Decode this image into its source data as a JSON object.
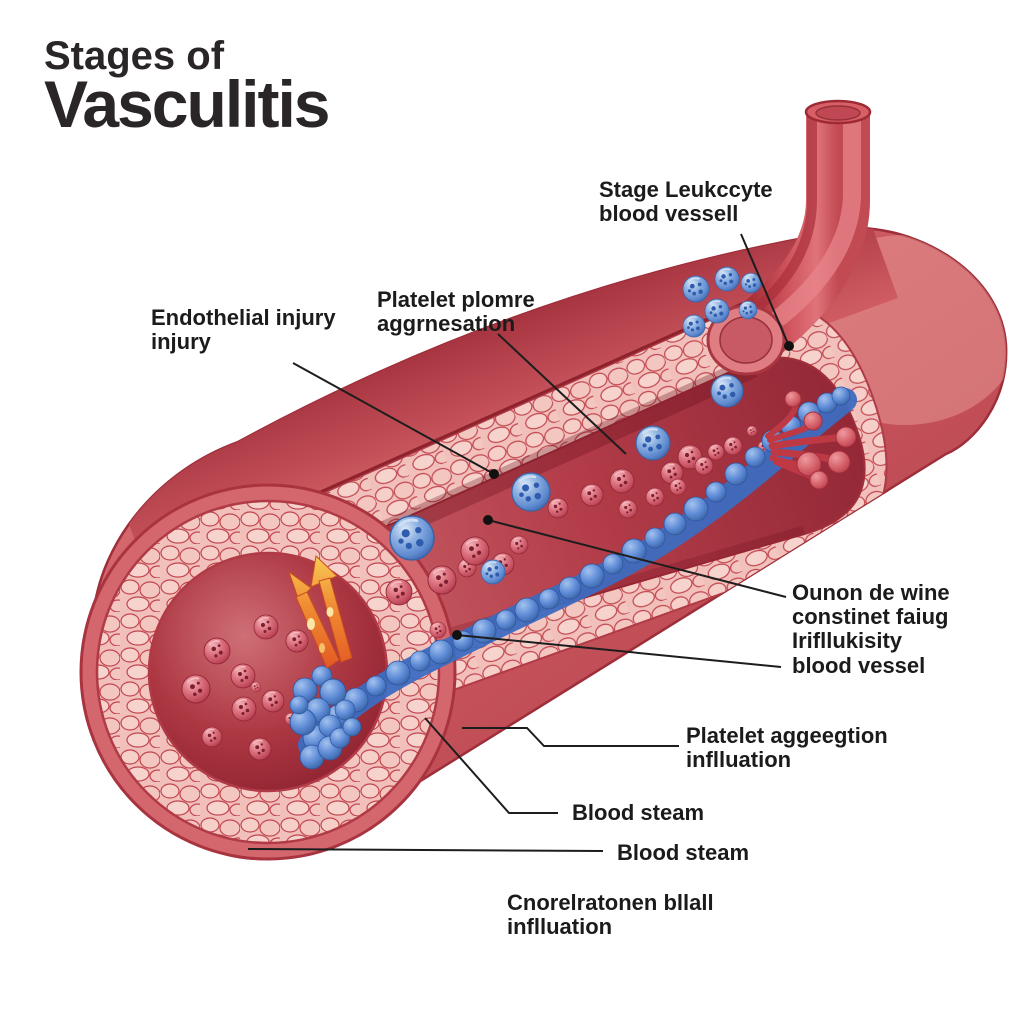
{
  "title": {
    "line1": "Stages of",
    "line2": "Vasculitis"
  },
  "labels": {
    "stage_leukocyte": {
      "line1": "Stage Leukccyte",
      "line2": "blood vessell"
    },
    "endothelial_injury": {
      "line1": "Endothelial injury",
      "line2": "injury"
    },
    "platelet_aggregation_top": {
      "line1": "Platelet plomre",
      "line2": "aggrnesation"
    },
    "wine_constinet": {
      "line1": "Ounon de wine",
      "line2": "constinet faiug",
      "line3": "Irifllukisity",
      "line4": "blood vessel"
    },
    "platelet_aggregation_bottom": {
      "line1": "Platelet aggeegtion",
      "line2": "inflluation"
    },
    "blood_steam_upper": "Blood steam",
    "blood_steam_lower": "Blood steam",
    "bottom_note": {
      "line1": "Cnorelratonen bllall",
      "line2": "inflluation"
    }
  },
  "diagram": {
    "subject": "Cut-open blood vessel showing endothelial injury, platelet aggregation stream, red blood cells, leukocytes, a branching vessel and extravasation arrows",
    "colors": {
      "vessel_red": "#c74d55",
      "wall_lining_pink": "#f2c0ba",
      "lumen_dark_red": "#932836",
      "red_blood_cell": "#c44f5f",
      "leukocyte_blue": "#5d89cf",
      "platelet_stream_blue": "#3d6bc0",
      "arrow_orange": "#e8622a",
      "arrow_yellow": "#f6c94e",
      "leader_line": "#1d1d1d",
      "background": "#ffffff",
      "text": "#1b1b1b"
    }
  }
}
